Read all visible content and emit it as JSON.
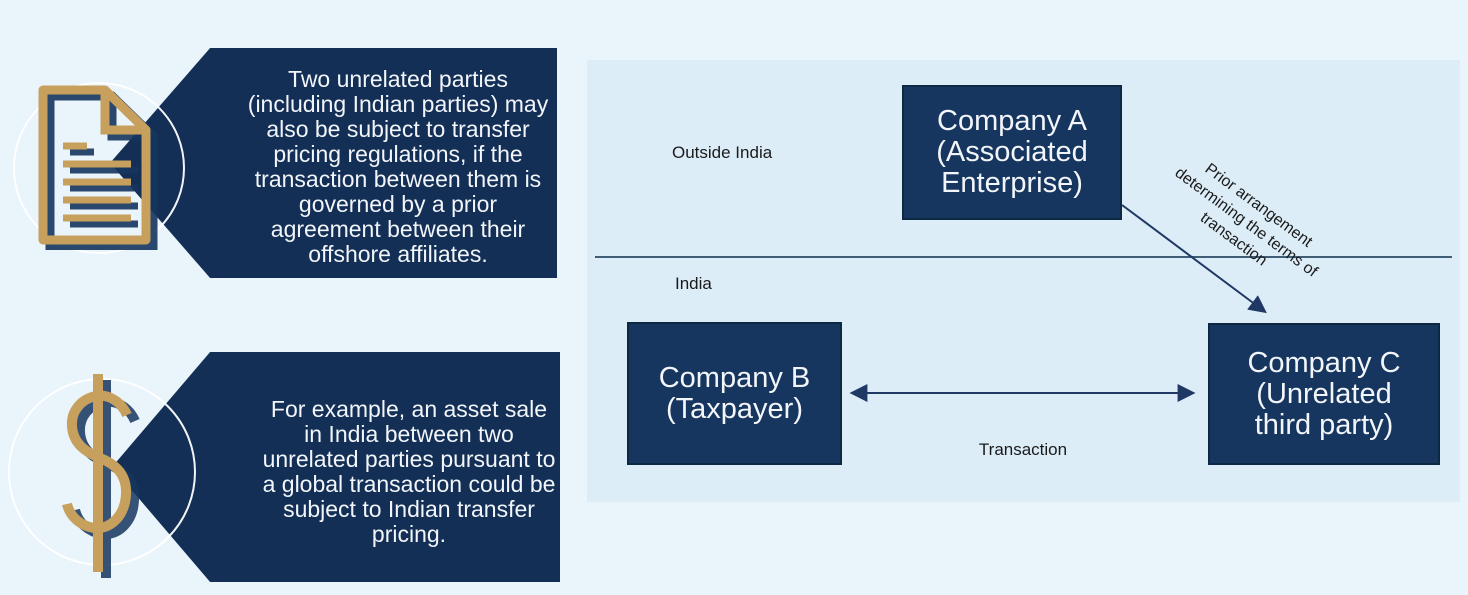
{
  "theme": {
    "page_bg": "#eaf4fb",
    "panel_bg": "#dcedf8",
    "callout_navy": "#132f56",
    "box_navy": "#16365f",
    "box_border": "#0c2843",
    "gold": "#c6a05c",
    "divider": "#3f5d75",
    "arrow": "#1f3864",
    "text_light": "#f2f5f9",
    "text_dark": "#1a1a1a"
  },
  "callouts": [
    {
      "icon": "document-icon",
      "text": "Two unrelated parties (including Indian parties) may also be subject to transfer pricing regulations, if the transaction between them is governed by a prior agreement between their offshore affiliates."
    },
    {
      "icon": "dollar-icon",
      "text": "For example, an asset sale in India between two unrelated parties pursuant to a global transaction could be subject to Indian transfer pricing."
    }
  ],
  "diagram": {
    "regions": {
      "outside_india": "Outside India",
      "india": "India"
    },
    "boxes": {
      "a": {
        "lines": [
          "Company A",
          "(Associated",
          "Enterprise)"
        ]
      },
      "b": {
        "lines": [
          "Company B",
          "(Taxpayer)"
        ]
      },
      "c": {
        "lines": [
          "Company C",
          "(Unrelated",
          "third party)"
        ]
      }
    },
    "labels": {
      "transaction": "Transaction",
      "prior_arrangement_lines": [
        "Prior arrangement",
        "determining the terms of",
        "transaction"
      ]
    }
  }
}
